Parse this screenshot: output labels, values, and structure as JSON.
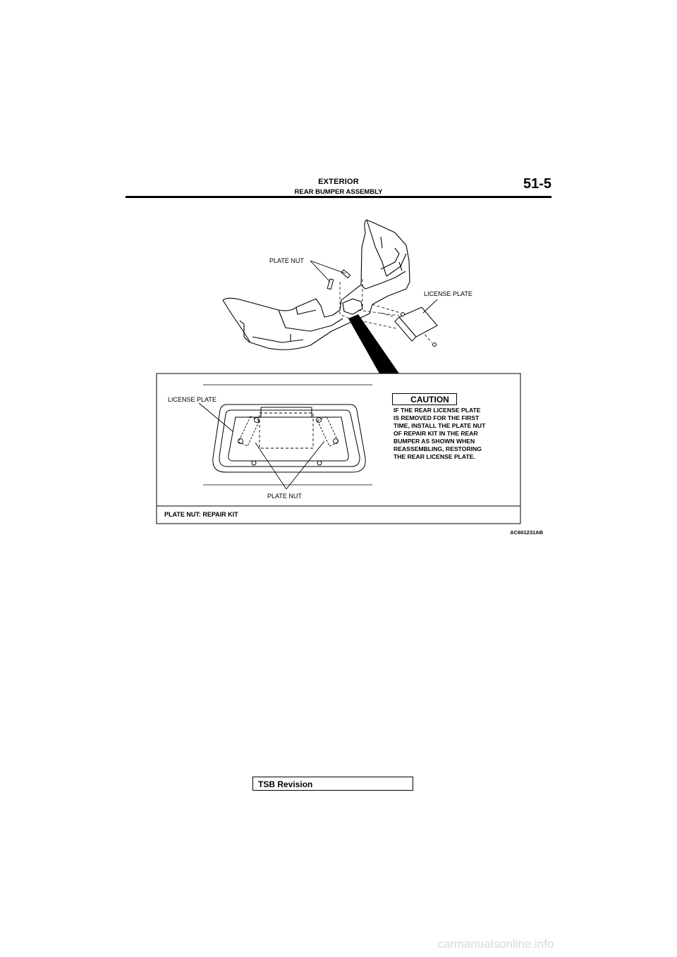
{
  "header": {
    "section": "EXTERIOR",
    "subsection": "REAR BUMPER ASSEMBLY",
    "page_number": "51-5"
  },
  "figure": {
    "labels": {
      "plate_nut_top": "PLATE NUT",
      "license_plate_top": "LICENSE PLATE",
      "license_plate_detail": "LICENSE PLATE",
      "plate_nut_detail": "PLATE NUT"
    },
    "caution": {
      "title": "CAUTION",
      "text_lines": [
        "IF THE REAR LICENSE PLATE",
        "IS REMOVED FOR THE FIRST",
        "TIME, INSTALL THE PLATE NUT",
        "OF REPAIR KIT IN THE REAR",
        "BUMPER AS SHOWN WHEN",
        "REASSEMBLING, RESTORING",
        "THE REAR LICENSE PLATE."
      ]
    },
    "note": "PLATE NUT: REPAIR KIT",
    "code": "AC601231AB"
  },
  "footer": {
    "tsb_label": "TSB Revision"
  },
  "watermark": "carmanualsonline.info"
}
